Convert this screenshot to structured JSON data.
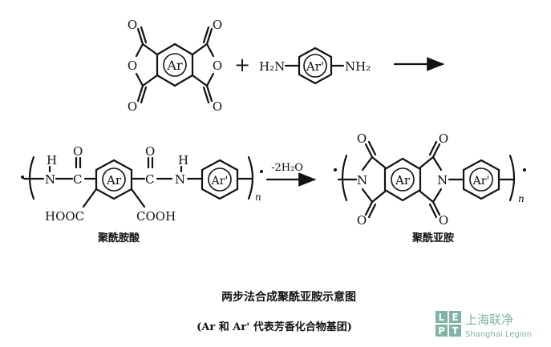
{
  "reactant1": {
    "O_label": "O",
    "Ar_label": "Ar"
  },
  "plus": "+",
  "reactant2": {
    "left_amine": "H₂N",
    "right_amine": "NH₂",
    "Ar_label": "Ar'"
  },
  "polyamic": {
    "H_label": "H",
    "N_label": "N",
    "O_label": "O",
    "C_label": "C",
    "Ar_label": "Ar",
    "Ar2_label": "Ar'",
    "acid_left": "HOOC",
    "acid_right": "COOH",
    "n_label": "n",
    "name": "聚酰胺酸"
  },
  "step2_condition": "-2H₂O",
  "polyimide": {
    "O_label": "O",
    "N_label": "N",
    "Ar_label": "Ar",
    "Ar2_label": "Ar'",
    "n_label": "n",
    "name": "聚酰亚胺"
  },
  "caption": {
    "title": "两步法合成聚酰亚胺示意图",
    "note": "(Ar 和 Ar' 代表芳香化合物基团)"
  },
  "watermark": {
    "letters": [
      "L",
      "E",
      "P",
      "T"
    ],
    "cn": "上海联净",
    "en": "Shanghai Legion"
  },
  "colors": {
    "ink": "#111111",
    "watermark": "#7fb3a5"
  }
}
